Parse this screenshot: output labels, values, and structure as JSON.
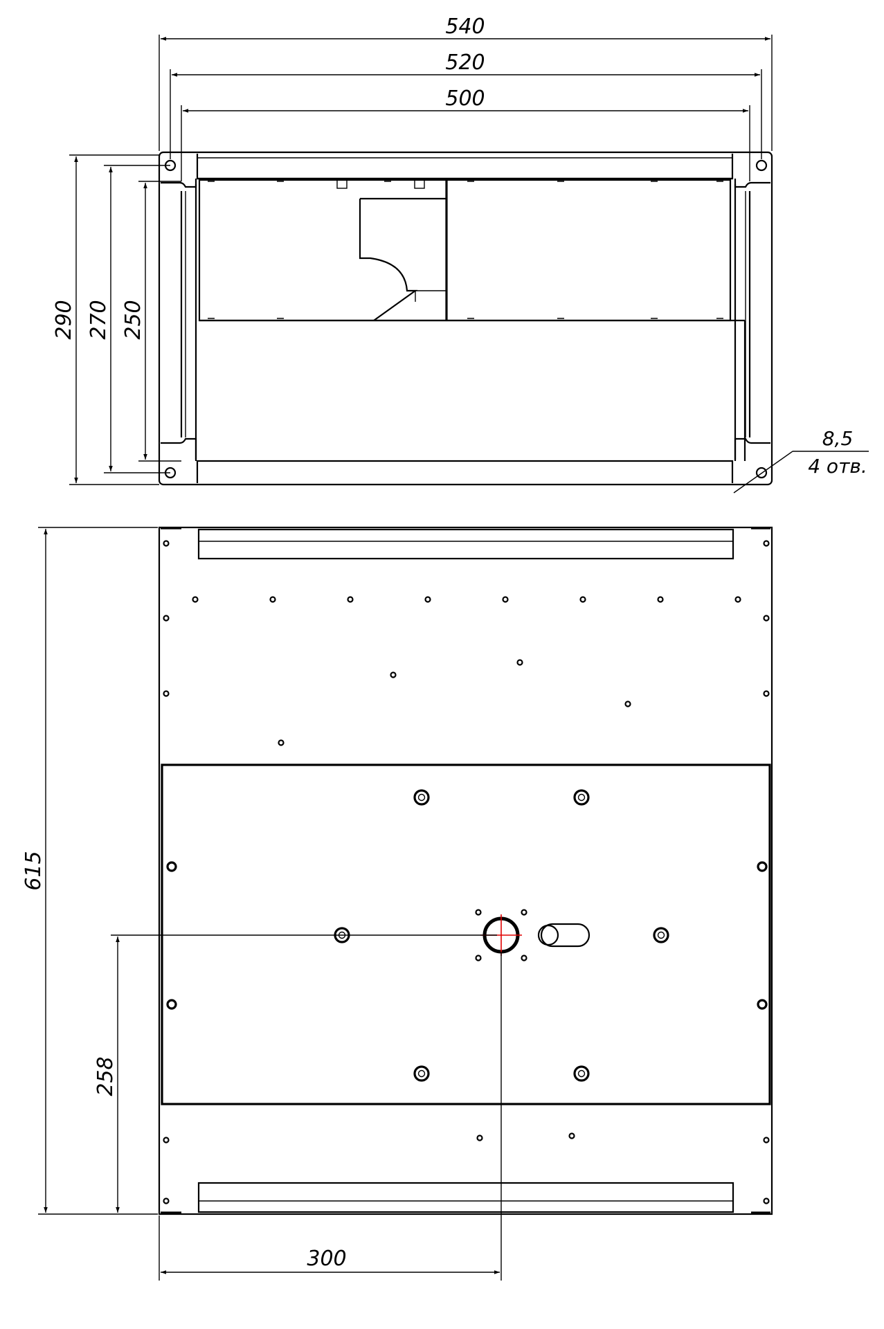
{
  "top_view": {
    "dims": {
      "outer_width": "540",
      "mid_width": "520",
      "inner_width": "500",
      "outer_height": "290",
      "mid_height": "270",
      "inner_height": "250"
    },
    "hole_note": {
      "diameter": "8,5",
      "count": "4 отв."
    }
  },
  "bottom_view": {
    "dims": {
      "length": "615",
      "center_offset_y": "258",
      "center_offset_x": "300"
    }
  },
  "colors": {
    "line": "#000000",
    "center_mark": "#e00000"
  }
}
